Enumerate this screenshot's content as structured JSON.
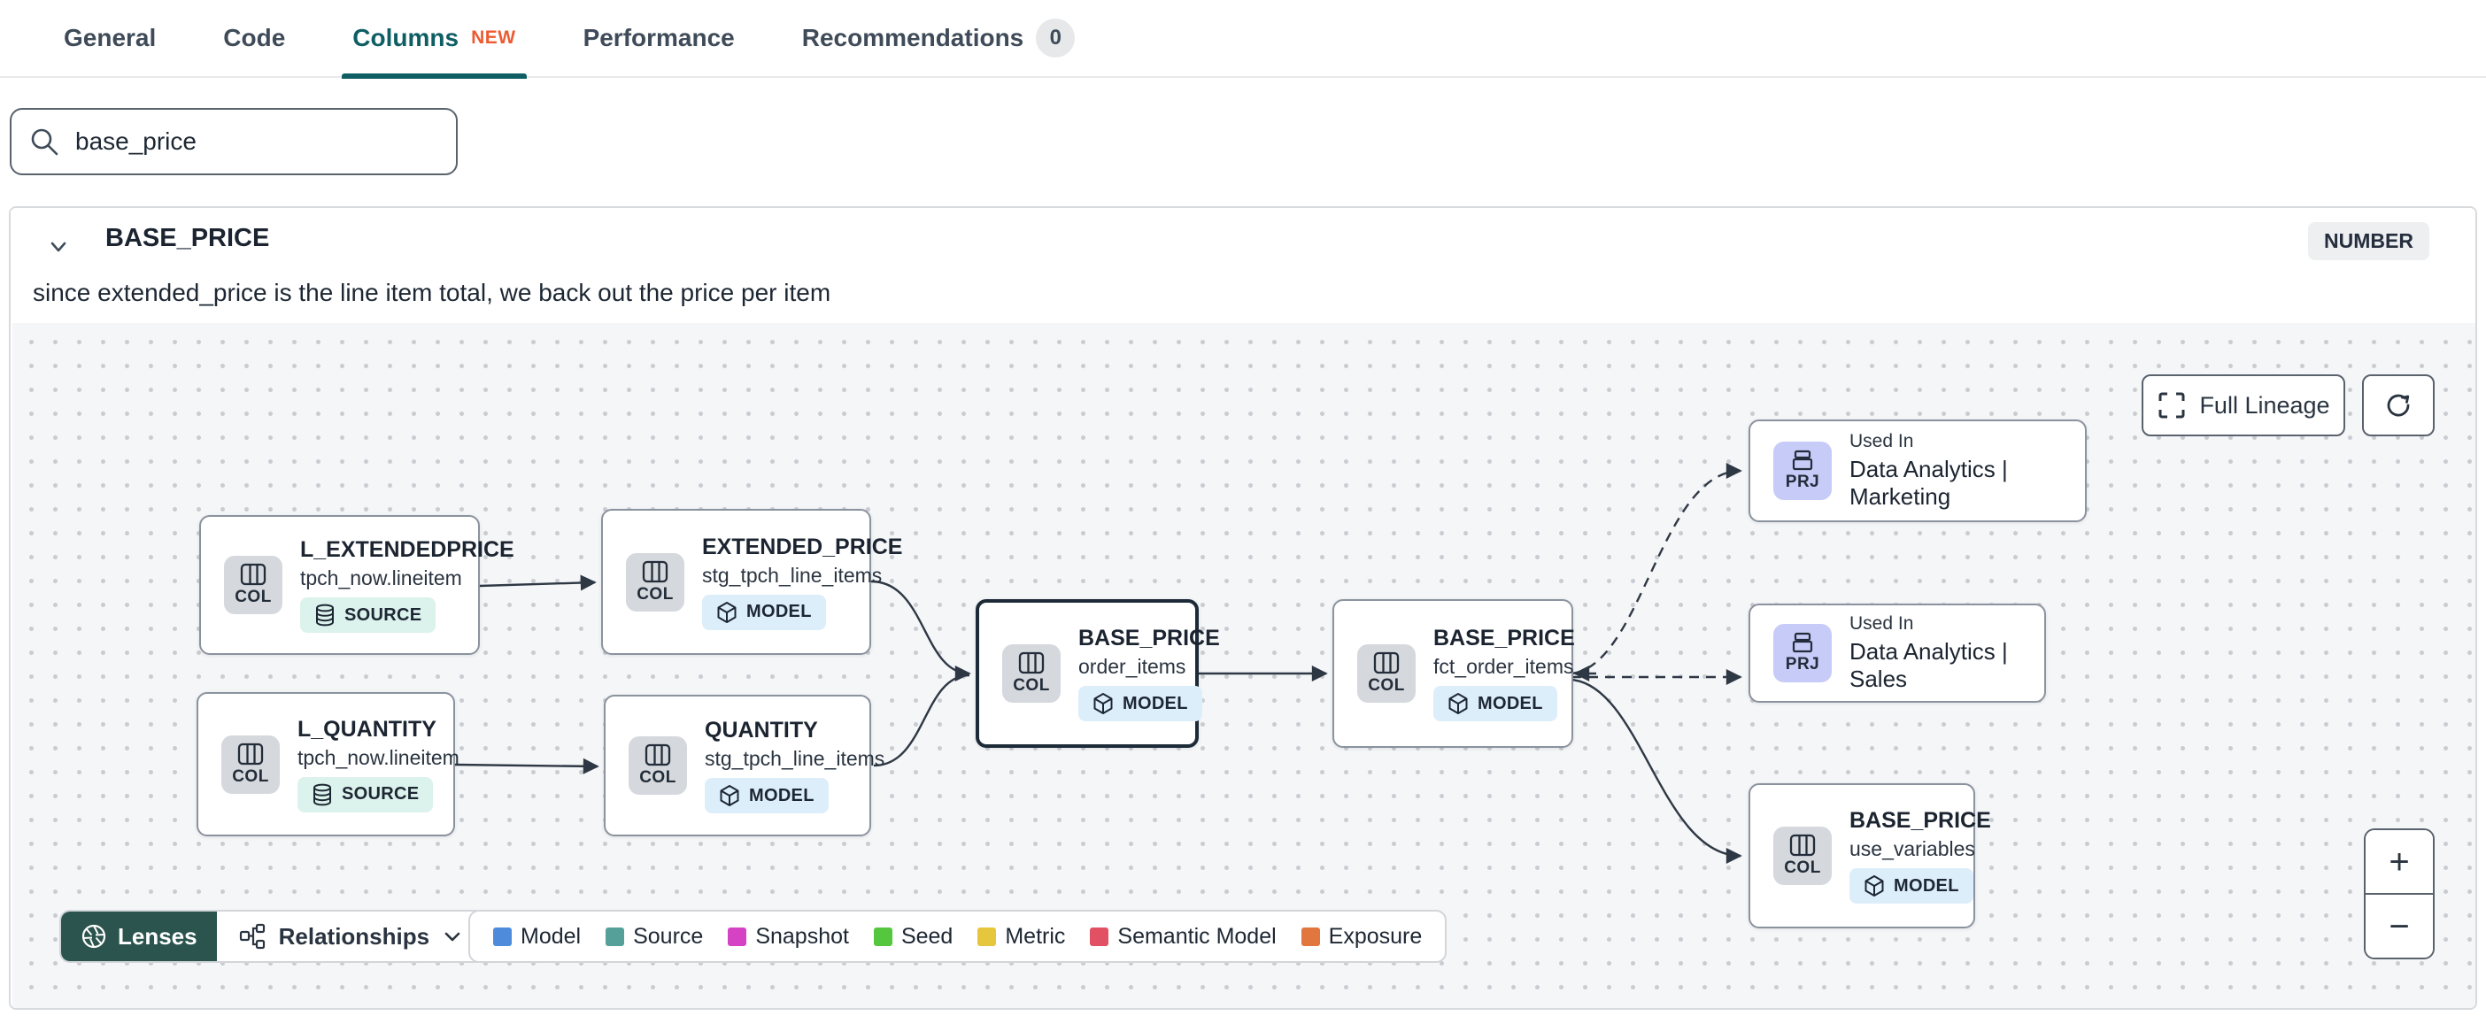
{
  "colors": {
    "accent": "#0E5E64",
    "new": "#ED5B32",
    "lenses": "#2A544D"
  },
  "tabs": {
    "items": [
      {
        "label": "General"
      },
      {
        "label": "Code"
      },
      {
        "label": "Columns",
        "tag": "NEW",
        "active": true
      },
      {
        "label": "Performance"
      },
      {
        "label": "Recommendations",
        "count": "0"
      }
    ]
  },
  "search": {
    "value": "base_price"
  },
  "column": {
    "name": "BASE_PRICE",
    "type": "NUMBER",
    "description": "since extended_price is the line item total, we back out the price per item"
  },
  "lineage": {
    "controls": {
      "full_lineage": "Full Lineage",
      "zoom_in": "+",
      "zoom_out": "−"
    },
    "footer": {
      "lenses": "Lenses",
      "relationships": "Relationships"
    },
    "nodes": [
      {
        "kind_label": "COL",
        "title": "L_EXTENDEDPRICE",
        "subtitle": "tpch_now.lineitem",
        "badge": "SOURCE"
      },
      {
        "kind_label": "COL",
        "title": "L_QUANTITY",
        "subtitle": "tpch_now.lineitem",
        "badge": "SOURCE"
      },
      {
        "kind_label": "COL",
        "title": "EXTENDED_PRICE",
        "subtitle": "stg_tpch_line_items",
        "badge": "MODEL"
      },
      {
        "kind_label": "COL",
        "title": "QUANTITY",
        "subtitle": "stg_tpch_line_items",
        "badge": "MODEL"
      },
      {
        "kind_label": "COL",
        "title": "BASE_PRICE",
        "subtitle": "order_items",
        "badge": "MODEL"
      },
      {
        "kind_label": "COL",
        "title": "BASE_PRICE",
        "subtitle": "fct_order_items",
        "badge": "MODEL"
      },
      {
        "kind_label": "PRJ",
        "overline": "Used In",
        "name": "Data Analytics | Marketing"
      },
      {
        "kind_label": "PRJ",
        "overline": "Used In",
        "name": "Data Analytics | Sales"
      },
      {
        "kind_label": "COL",
        "title": "BASE_PRICE",
        "subtitle": "use_variables",
        "badge": "MODEL"
      }
    ],
    "legend": [
      {
        "label": "Model",
        "color": "#4E8CDB"
      },
      {
        "label": "Source",
        "color": "#55A099"
      },
      {
        "label": "Snapshot",
        "color": "#D642C4"
      },
      {
        "label": "Seed",
        "color": "#55C73F"
      },
      {
        "label": "Metric",
        "color": "#E5C63C"
      },
      {
        "label": "Semantic Model",
        "color": "#E25064"
      },
      {
        "label": "Exposure",
        "color": "#E2763F"
      }
    ]
  }
}
